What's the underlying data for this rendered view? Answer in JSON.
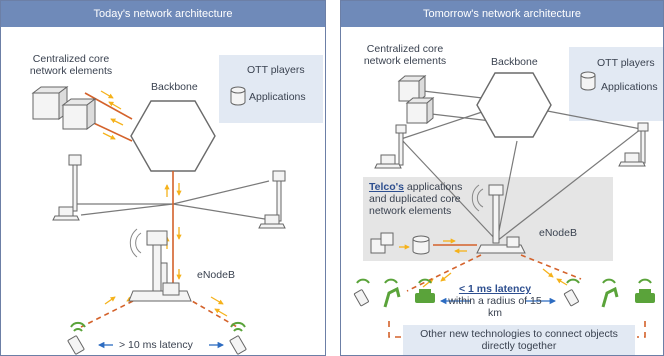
{
  "left": {
    "title": "Today's network architecture",
    "core_label": "Centralized core network elements",
    "backbone_label": "Backbone",
    "ott_label": "OTT players",
    "apps_label": "Applications",
    "enodeb_label": "eNodeB",
    "latency_label": "> 10 ms latency"
  },
  "right": {
    "title": "Tomorrow's network architecture",
    "core_label": "Centralized core network elements",
    "backbone_label": "Backbone",
    "ott_label": "OTT players",
    "apps_label": "Applications",
    "telco_bold": "Telco's",
    "telco_rest": " applications and duplicated core network elements",
    "enodeb_label": "eNodeB",
    "latency_bold": "< 1 ms latency",
    "latency_rest": "within a radius of 15 km",
    "other_tech": "Other new technologies to connect objects directly together"
  },
  "colors": {
    "header": "#6f8ab9",
    "link_core": "#d4622b",
    "dashed": "#d4622b",
    "arrow": "#f5b21b",
    "device_green": "#5aa33a",
    "latency_arrow": "#2d6cc1",
    "ott_box": "#e2e9f3",
    "telco_box": "#e5e5e5"
  },
  "icons": [
    "server-icon",
    "database-icon",
    "cell-tower-icon",
    "laptop-icon",
    "smartphone-icon",
    "car-icon",
    "robot-arm-icon"
  ]
}
